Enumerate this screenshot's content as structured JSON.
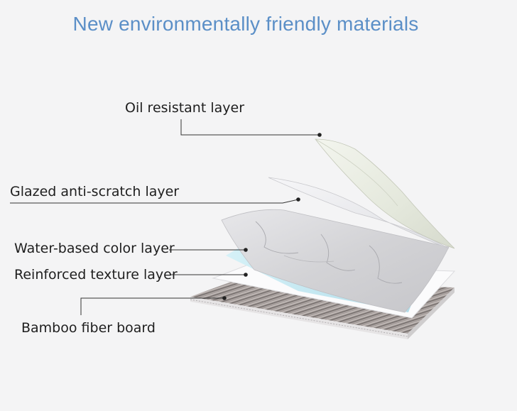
{
  "title": "New environmentally friendly materials",
  "layers": [
    {
      "id": "oil",
      "label": "Oil resistant layer"
    },
    {
      "id": "glazed",
      "label": "Glazed anti-scratch layer"
    },
    {
      "id": "water",
      "label": "Water-based color layer"
    },
    {
      "id": "texture",
      "label": "Reinforced texture layer"
    },
    {
      "id": "bamboo",
      "label": "Bamboo fiber board"
    }
  ],
  "colors": {
    "title": "#5b8fc7",
    "background": "#f4f4f5",
    "label": "#1e1e1e",
    "leader": "#333333",
    "board": "#8f8886",
    "marble": "#d9d9dc",
    "water": "#bfe4ef",
    "oil": "#e9ece2"
  }
}
